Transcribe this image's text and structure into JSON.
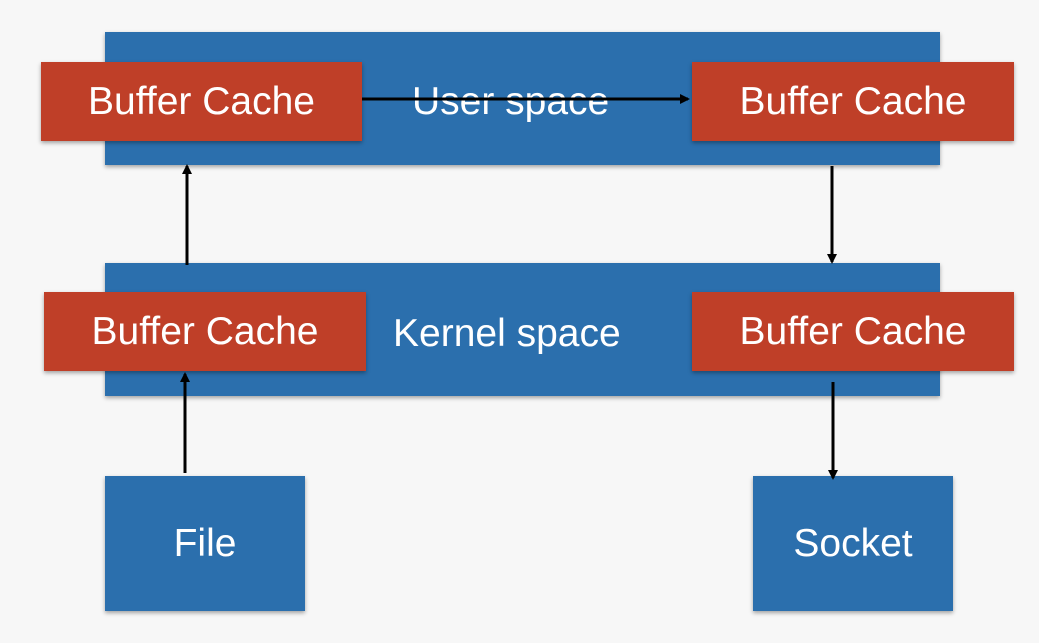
{
  "user_space": {
    "label": "User space"
  },
  "kernel_space": {
    "label": "Kernel space"
  },
  "caches": {
    "user_left": "Buffer Cache",
    "user_right": "Buffer Cache",
    "kernel_left": "Buffer Cache",
    "kernel_right": "Buffer Cache"
  },
  "endpoints": {
    "file": "File",
    "socket": "Socket"
  },
  "colors": {
    "space_blue": "#2b6fad",
    "cache_red": "#bf3f28",
    "arrow": "#000000",
    "background": "#f7f7f7"
  }
}
